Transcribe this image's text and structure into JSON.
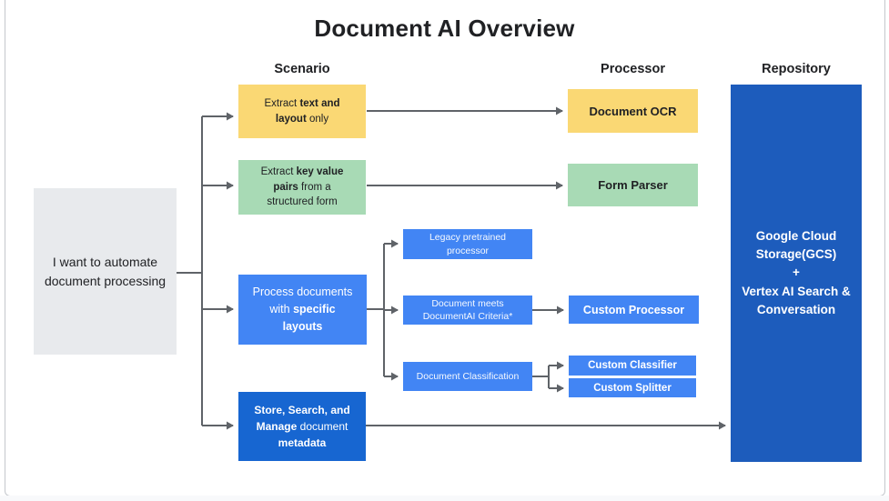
{
  "title": "Document AI Overview",
  "columns": [
    {
      "id": "scenario",
      "label": "Scenario"
    },
    {
      "id": "processor",
      "label": "Processor"
    },
    {
      "id": "repository",
      "label": "Repository"
    }
  ],
  "start_node": {
    "text": "I want to automate document processing"
  },
  "nodes": {
    "extract_text_layout": {
      "segments": [
        {
          "t": "Extract ",
          "b": false
        },
        {
          "t": "text and layout",
          "b": true
        },
        {
          "t": " only",
          "b": false
        }
      ]
    },
    "extract_key_value": {
      "segments": [
        {
          "t": "Extract ",
          "b": false
        },
        {
          "t": "key value pairs",
          "b": true
        },
        {
          "t": " from a structured form",
          "b": false
        }
      ]
    },
    "process_specific_layouts": {
      "segments": [
        {
          "t": "Process documents with ",
          "b": false
        },
        {
          "t": "specific layouts",
          "b": true
        }
      ]
    },
    "store_search_manage": {
      "segments": [
        {
          "t": "Store, Search, and Manage",
          "b": true
        },
        {
          "t": " document ",
          "b": false
        },
        {
          "t": "metadata",
          "b": true
        }
      ]
    },
    "legacy_pretrained": {
      "text": "Legacy pretrained processor"
    },
    "document_meets_criteria": {
      "text": "Document meets DocumentAI Criteria*"
    },
    "document_classification": {
      "text": "Document Classification"
    },
    "document_ocr": {
      "text": "Document OCR"
    },
    "form_parser": {
      "text": "Form Parser"
    },
    "custom_processor": {
      "text": "Custom Processor"
    },
    "custom_classifier": {
      "text": "Custom Classifier"
    },
    "custom_splitter": {
      "text": "Custom Splitter"
    },
    "repository_box": {
      "lines": [
        "Google Cloud Storage(GCS)",
        "+",
        "Vertex AI Search & Conversation"
      ]
    }
  },
  "colors": {
    "yellow": "#fad874",
    "green": "#a8dab5",
    "blue": "#4285f4",
    "dark_blue": "#1766d1",
    "repository_blue": "#1d5cbc",
    "gray_box": "#e8eaed",
    "connector_gray": "#5f6368"
  }
}
